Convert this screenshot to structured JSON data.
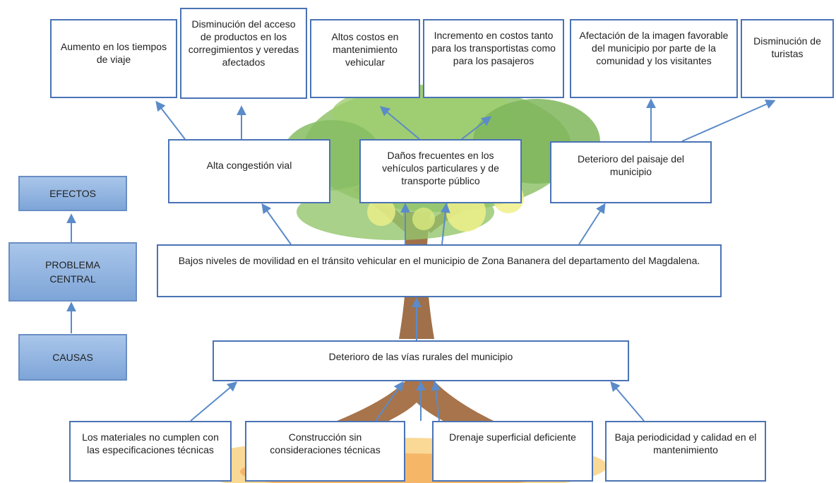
{
  "legend": {
    "efectos": "EFECTOS",
    "problema": "PROBLEMA\nCENTRAL",
    "causas": "CAUSAS"
  },
  "effects_top": [
    "Aumento en los tiempos de viaje",
    "Disminución del acceso de productos en los corregimientos y veredas afectados",
    "Altos costos en mantenimiento vehicular",
    "Incremento en costos tanto para los transportistas como para los pasajeros",
    "Afectación de la imagen favorable del municipio por parte de la comunidad y los visitantes",
    "Disminución de turistas"
  ],
  "effects_direct": [
    "Alta congestión vial",
    "Daños frecuentes en los vehículos particulares y de transporte público",
    "Deterioro del paisaje del municipio"
  ],
  "central_problem": "Bajos niveles de movilidad en el tránsito vehicular en el municipio de Zona Bananera del departamento del Magdalena.",
  "direct_cause": "Deterioro de las vías rurales del municipio",
  "root_causes": [
    "Los materiales no cumplen con las especificaciones técnicas",
    "Construcción sin consideraciones técnicas",
    "Drenaje superficial deficiente",
    "Baja periodicidad y calidad en el mantenimiento"
  ],
  "colors": {
    "box_border": "#4a73b5",
    "arrow": "#5b8bc9",
    "legend_fill": "#8fb2e0",
    "foliage": "#8fc26a",
    "trunk": "#a0704a"
  }
}
